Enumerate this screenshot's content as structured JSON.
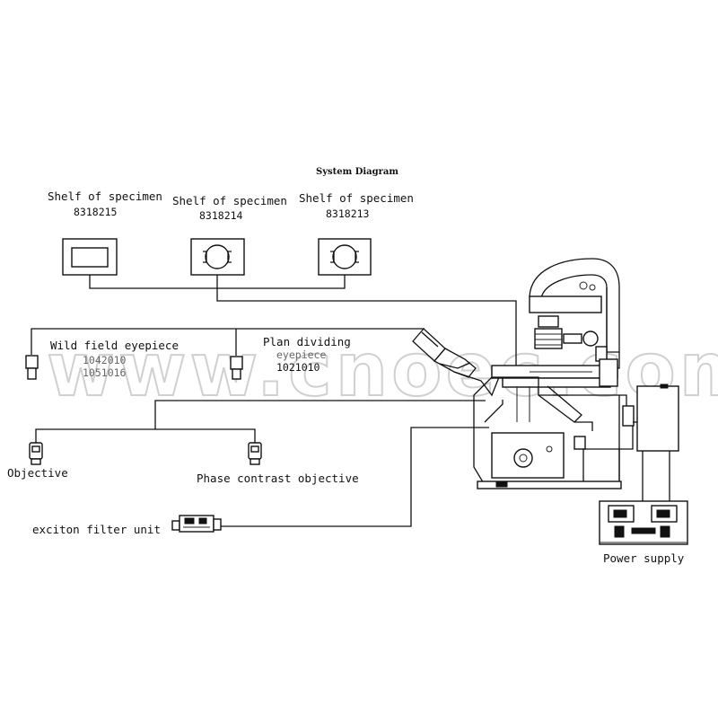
{
  "diagram": {
    "title": "System Diagram",
    "watermark": "www.cnoec.com",
    "components": {
      "shelf_1": {
        "label": "Shelf of specimen",
        "code": "8318215"
      },
      "shelf_2": {
        "label": "Shelf of specimen",
        "code": "8318214"
      },
      "shelf_3": {
        "label": "Shelf of specimen",
        "code": "8318213"
      },
      "wide_field_eyepiece": {
        "label": "Wild field eyepiece",
        "code_1": "1042010",
        "code_2": "1051016"
      },
      "plan_dividing_eyepiece": {
        "label_1": "Plan dividing",
        "label_2": "eyepiece",
        "code": "1021010"
      },
      "objective": {
        "label": "Objective"
      },
      "phase_contrast_objective": {
        "label": "Phase contrast objective"
      },
      "exciton_filter_unit": {
        "label": "exciton filter unit"
      },
      "power_supply": {
        "label": "Power supply"
      }
    }
  }
}
